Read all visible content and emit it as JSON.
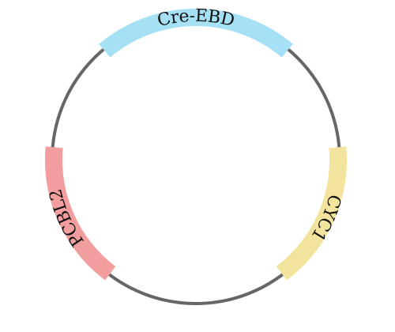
{
  "backbone": {
    "color": "#666666"
  },
  "features": [
    {
      "id": "cre-ebd",
      "label": "Cre-EBD",
      "color": "#a6e0f4",
      "start_deg": -40,
      "end_deg": 40
    },
    {
      "id": "cyc1",
      "label": "CYC1",
      "color": "#f2e49d",
      "start_deg": 85,
      "end_deg": 143
    },
    {
      "id": "pcbl2",
      "label": "PCBL2",
      "color": "#f29e9e",
      "start_deg": 217,
      "end_deg": 275
    }
  ]
}
